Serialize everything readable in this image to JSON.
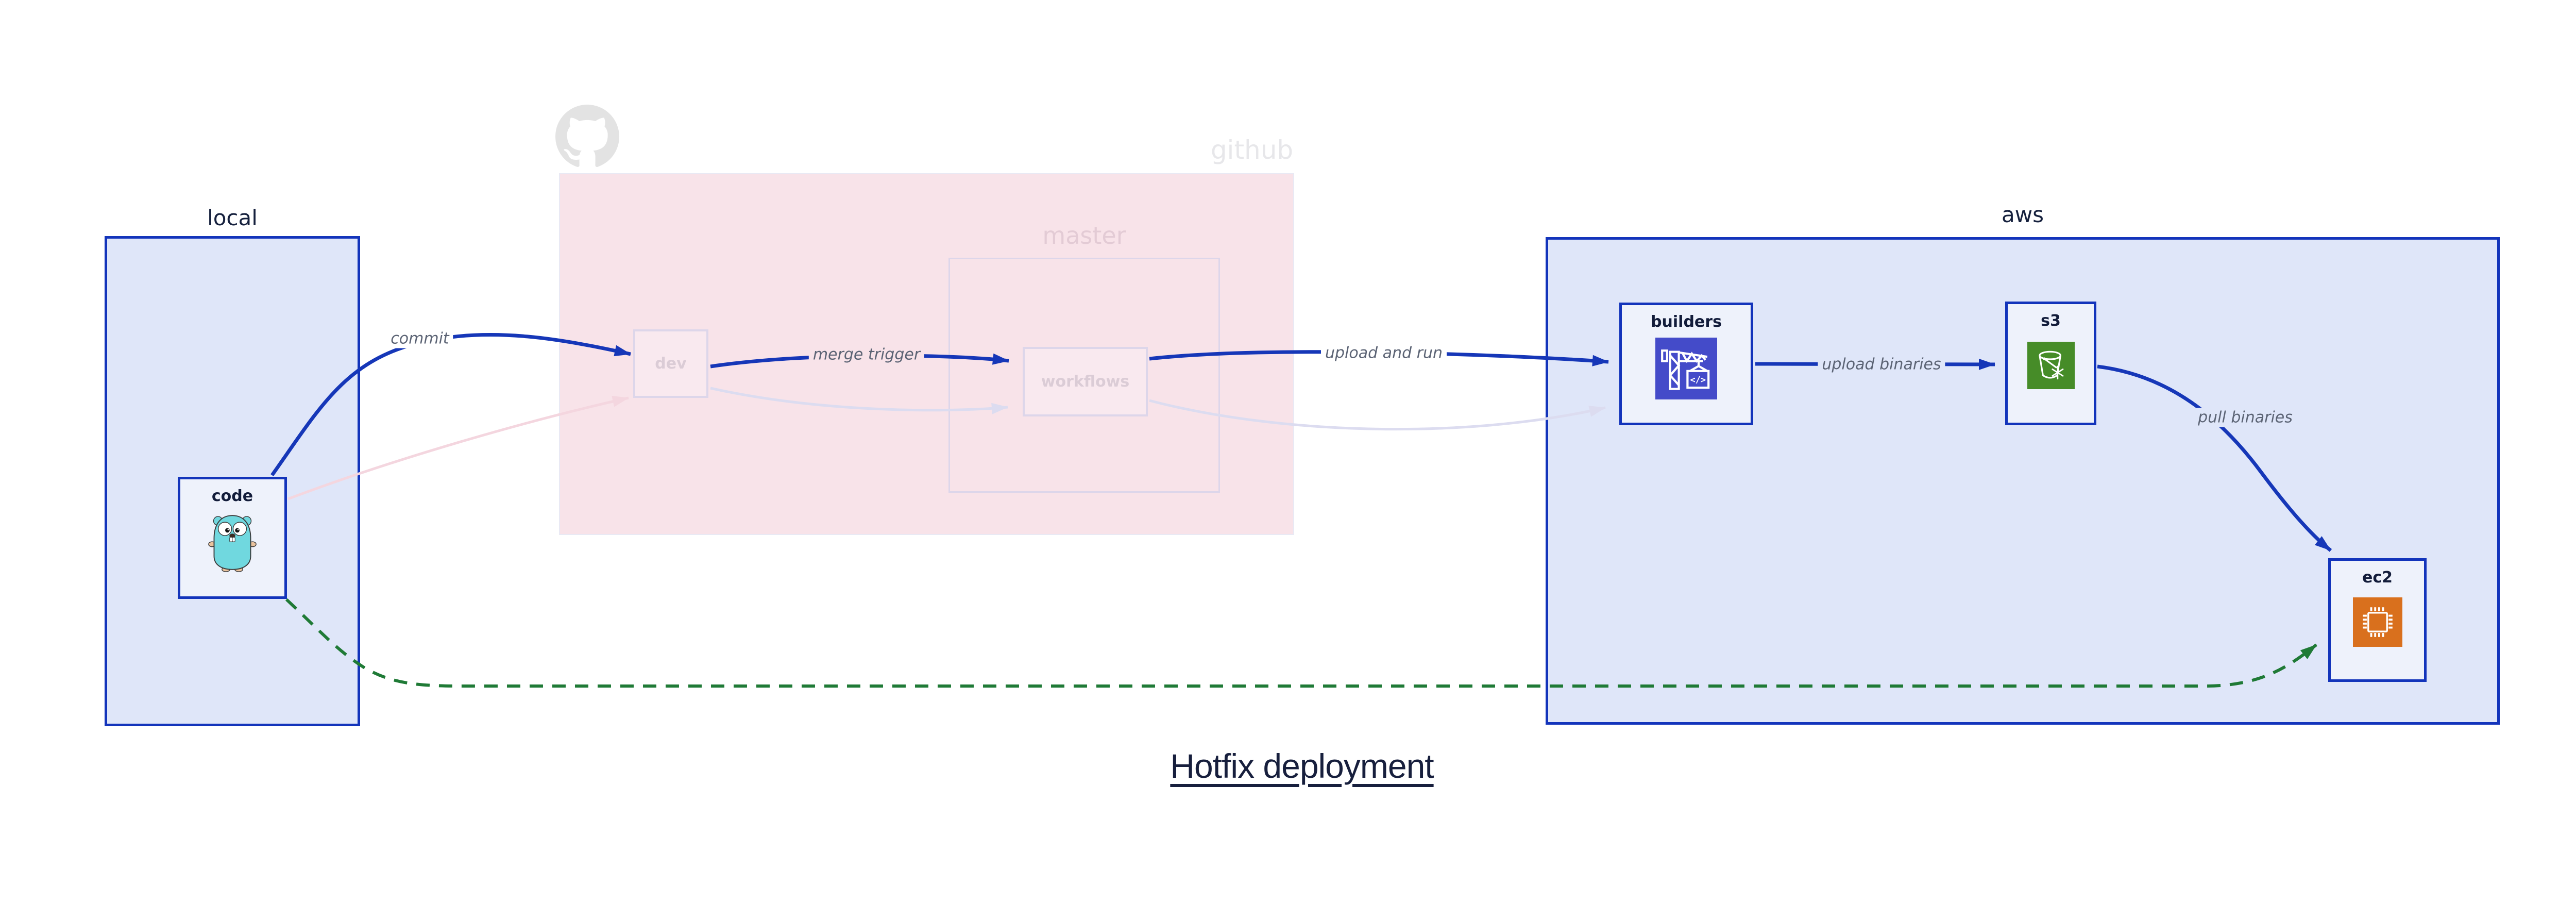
{
  "title": "Hotfix deployment",
  "groups": {
    "local": {
      "label": "local"
    },
    "github": {
      "label": "github",
      "icon": "github-octocat-icon",
      "master": {
        "label": "master"
      }
    },
    "aws": {
      "label": "aws"
    }
  },
  "nodes": {
    "code": {
      "label": "code",
      "icon": "go-gopher-icon"
    },
    "dev": {
      "label": "dev"
    },
    "workflows": {
      "label": "workflows"
    },
    "builders": {
      "label": "builders",
      "icon": "codebuild-crane-icon"
    },
    "s3": {
      "label": "s3",
      "icon": "s3-bucket-icon"
    },
    "ec2": {
      "label": "ec2",
      "icon": "ec2-chip-icon"
    }
  },
  "edges": {
    "commit": {
      "label": "commit",
      "style": "blue-solid"
    },
    "merge_trigger": {
      "label": "merge trigger",
      "style": "blue-solid"
    },
    "upload_and_run": {
      "label": "upload and run",
      "style": "blue-solid"
    },
    "upload_binaries": {
      "label": "upload binaries",
      "style": "blue-solid"
    },
    "pull_binaries": {
      "label": "pull binaries",
      "style": "blue-solid"
    },
    "code_to_dev": {
      "label": "",
      "style": "faded-pink"
    },
    "dev_to_workflows": {
      "label": "",
      "style": "faded-lavender"
    },
    "workflows_to_builders": {
      "label": "",
      "style": "faded-lavender"
    },
    "code_to_ec2": {
      "label": "",
      "style": "green-dashed"
    }
  },
  "colors": {
    "blue_border": "#1334bb",
    "blue_edge": "#1637b8",
    "lavender_fill": "#dfe6f9",
    "node_fill": "#eef2fb",
    "pink_fill": "#f8e3e9",
    "faded_pink_edge": "#f4d6df",
    "faded_lavender_edge": "#dcdcf0",
    "faded_border": "#ddd6ea",
    "green_edge": "#1f7a36",
    "codebuild_purple": "#444bc9",
    "s3_green": "#468c28",
    "ec2_orange": "#d9701d",
    "gopher_teal": "#70d8df",
    "label_gray": "#5b6374",
    "dark_navy": "#15203d",
    "faded_text_pink": "#e3cbd5",
    "faded_text_gray": "#e7e7ea",
    "faded_node_text": "#dbccd6"
  }
}
